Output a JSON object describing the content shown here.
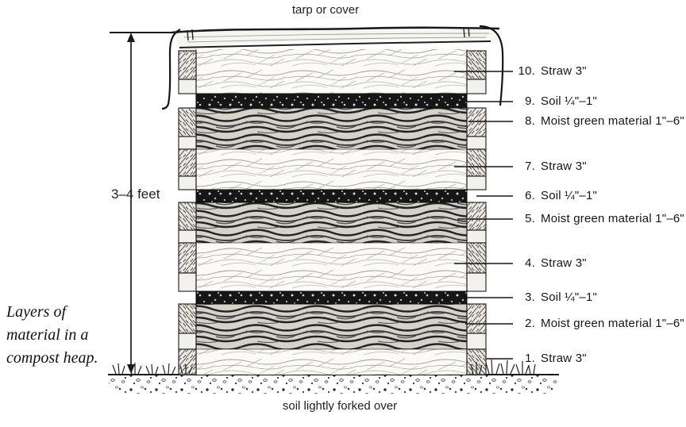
{
  "colors": {
    "ink": "#1b1b1b",
    "paper": "#ffffff"
  },
  "annotations": {
    "top": "tarp or cover",
    "bottom": "soil lightly forked over",
    "height": "3–4 feet"
  },
  "caption": {
    "lines": [
      "Layers of",
      "material in a",
      "compost heap."
    ]
  },
  "layers": [
    {
      "num": "10.",
      "text": "Straw 3\""
    },
    {
      "num": "9.",
      "text": "Soil ¼\"–1\""
    },
    {
      "num": "8.",
      "text": "Moist green material 1\"–6\""
    },
    {
      "num": "7.",
      "text": "Straw 3\""
    },
    {
      "num": "6.",
      "text": "Soil ¼\"–1\""
    },
    {
      "num": "5.",
      "text": "Moist green material 1\"–6\""
    },
    {
      "num": "4.",
      "text": "Straw 3\""
    },
    {
      "num": "3.",
      "text": "Soil ¼\"–1\""
    },
    {
      "num": "2.",
      "text": "Moist green material 1\"–6\""
    },
    {
      "num": "1.",
      "text": "Straw 3\""
    }
  ]
}
